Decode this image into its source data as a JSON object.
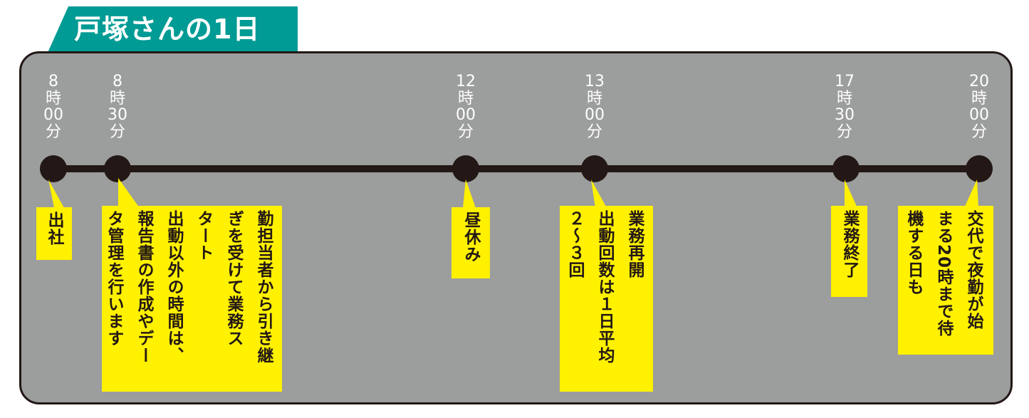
{
  "title": "戸塚さんの1日",
  "timeline": [
    {
      "time": [
        "8",
        "時",
        "00",
        "分"
      ],
      "note": [
        "出社"
      ]
    },
    {
      "time": [
        "8",
        "時",
        "30",
        "分"
      ],
      "note": [
        "勤担当者から引き継",
        "ぎを受けて業務ス",
        "タート",
        "出動以外の時間は、",
        "報告書の作成やデー",
        "タ管理を行います"
      ]
    },
    {
      "time": [
        "12",
        "時",
        "00",
        "分"
      ],
      "note": [
        "昼休み"
      ]
    },
    {
      "time": [
        "13",
        "時",
        "00",
        "分"
      ],
      "note": [
        "業務再開",
        "出動回数は１日平均",
        "２～３回"
      ]
    },
    {
      "time": [
        "17",
        "時",
        "30",
        "分"
      ],
      "note": [
        "業務終了"
      ]
    },
    {
      "time": [
        "20",
        "時",
        "00",
        "分"
      ],
      "note": [
        "交代で夜勤が始",
        "まる20時まで待",
        "機する日も"
      ]
    }
  ],
  "colors": {
    "accent": "#009b94",
    "panel": "#9c9d9d",
    "note": "#fff100",
    "ink": "#231815"
  }
}
